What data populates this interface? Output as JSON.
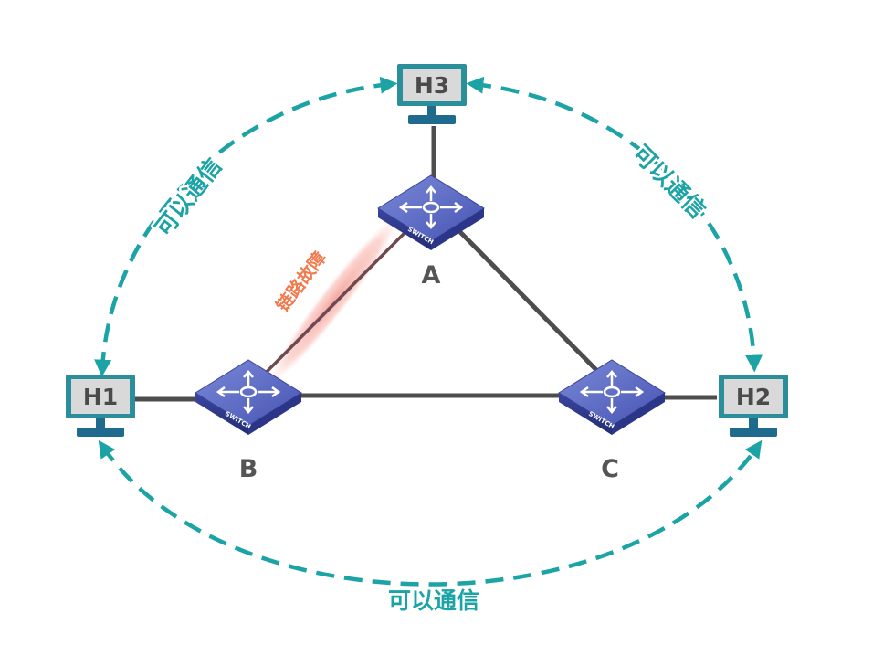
{
  "hosts": {
    "h1": "H1",
    "h2": "H2",
    "h3": "H3"
  },
  "switches": {
    "a": {
      "name": "A",
      "device_text": "SWITCH"
    },
    "b": {
      "name": "B",
      "device_text": "SWITCH"
    },
    "c": {
      "name": "C",
      "device_text": "SWITCH"
    }
  },
  "links": {
    "fault_label": "链路故障"
  },
  "communication": {
    "h1_h3": "可以通信",
    "h3_h2": "可以通信",
    "h1_h2": "可以通信"
  },
  "colors": {
    "teal_accent": "#1ba3a6",
    "link_gray": "#4d4d4d",
    "fault_glow": "#f6a8a0",
    "switch_blue": "#4a5ab8",
    "monitor_frame": "#2a8f9a",
    "monitor_base": "#1f6b8e"
  }
}
